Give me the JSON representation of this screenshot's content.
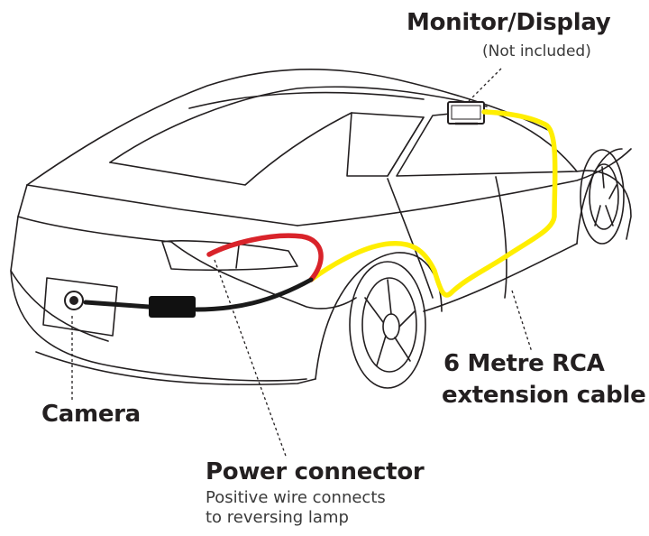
{
  "labels": {
    "monitor_title": "Monitor/Display",
    "monitor_note": "(Not included)",
    "rca_line1": "6 Metre RCA",
    "rca_line2": "extension cable",
    "camera": "Camera",
    "power_title": "Power connector",
    "power_desc_line1": "Positive wire connects",
    "power_desc_line2": "to reversing lamp"
  },
  "colors": {
    "outline": "#231f20",
    "video_cable": "#ffee00",
    "power_wire": "#d9232a",
    "camera_cable": "#1a1a1a"
  }
}
